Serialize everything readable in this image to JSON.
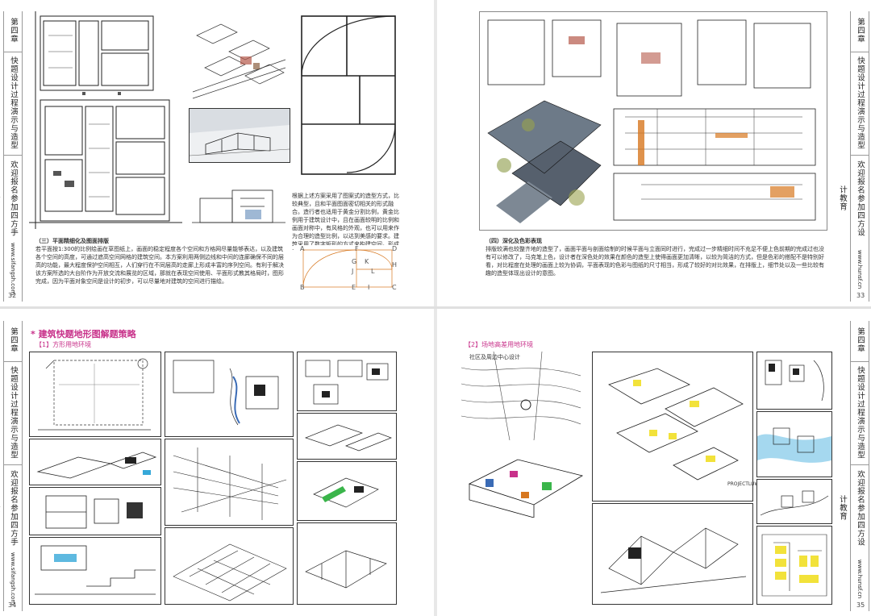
{
  "sidebar": {
    "chapter": "第四章",
    "topic": "快题设计过程演示与造型",
    "welcome_left": "欢迎报名参加四方手绘",
    "url_left": "www.sifangsh.com",
    "welcome_right": "欢迎报名参加四方设计教育",
    "url_right": "www.hunsf.cn"
  },
  "pages": {
    "p32": {
      "number": "32",
      "caption_title": "（三）平面精细化及图面排版",
      "caption_body": "若平面按1:300的比例绘画在草图纸上，画面的稳定程度各个空间和方格网尽量能够表达，以及建筑各个空间的高度，可通过遮高空间网格的建筑空间。本方案利用两侧边线和中间的连廊确保不同的层高的功能，最大程度保护空间相互，人们穿行在不同层高的走廊上形成丰富的序列空间。有利于解决该方案所选的大台阶作为开放交流和展览的区域，那就在表现空间使用、平面形式教其格局时，图形完成，因为平面对象空间是设计的初步，可以尽量地对建筑的空间进行描绘。",
      "golden_text": "根据上述方案采用了图案式的造型方式，比较典型，且和平面图面密切相关的形式融合。造行者也适用于黄金分割比例，黄金比例用于建筑设计中，且在画面较明的比例和画面对称中，有风格的外观，也可以用来作为合理的造型比例，以达到美感的要求。建筑采用了数字矩形的方式来构建空间，形成了比例合适的空间序列，使整体造型有着较强的美感，造型形态整体平衡。",
      "labels": [
        "A",
        "F",
        "D",
        "G",
        "K",
        "H",
        "J",
        "L",
        "B",
        "E",
        "I",
        "C"
      ]
    },
    "p33": {
      "number": "33",
      "caption_title": "（四）深化及色彩表现",
      "caption_body": "排版较满也较整齐地的造型了，画面平面与剖面绘制的时候平面与立面同时进行，完成过一步精细时间不充足不便上色前期的完成过也没有可以修改了，马克笔上色，设计者在深色处的效果在颜色的造型上使得画面更加清晰，以较为简洁的方式，但是色彩的搭配不是特别好看，对比程度在处理的画面上较为协调，平面表现的色彩与图纸的尺寸相当，形成了较好的对比效果，在排版上，细节处以及一些比较有趣的造型体现出设计的意图。"
    },
    "p34": {
      "number": "34",
      "heading": "* 建筑快题地形图解题策略",
      "sub": "【1】方形用地环境"
    },
    "p35": {
      "number": "35",
      "sub": "【2】场地高差用地环境",
      "map_label": "社区及周边中心设计",
      "sketch_label": "PROJECTLUWA"
    }
  },
  "colors": {
    "accent": "#c8318a",
    "orange": "#d7771f",
    "blue": "#3a6bb5",
    "yellow": "#f2e23a",
    "green": "#3ab54a",
    "cyan": "#36a8d8"
  }
}
